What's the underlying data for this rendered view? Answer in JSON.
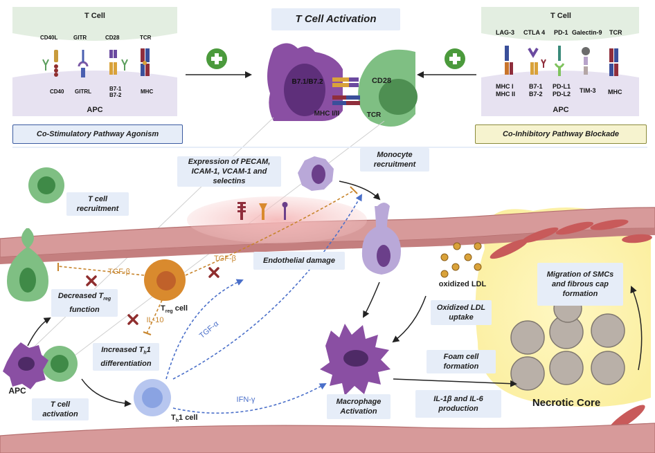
{
  "header": {
    "title": "T Cell Activation"
  },
  "left_panel": {
    "top_cell": "T Cell",
    "bottom_cell": "APC",
    "tcell_molecules": [
      "CD40L",
      "GITR",
      "CD28",
      "TCR"
    ],
    "apc_molecules": [
      "CD40",
      "GITRL",
      "B7-1\nB7-2",
      "MHC"
    ],
    "caption": "Co-Stimulatory Pathway Agonism"
  },
  "right_panel": {
    "top_cell": "T Cell",
    "bottom_cell": "APC",
    "tcell_molecules": [
      "LAG-3",
      "CTLA 4",
      "PD-1",
      "Galectin-9",
      "TCR"
    ],
    "apc_molecules": [
      "MHC I\nMHC II",
      "B7-1\nB7-2",
      "PD-L1\nPD-L2",
      "TIM-3",
      "MHC"
    ],
    "caption": "Co-Inhibitory Pathway Blockade"
  },
  "center_synapse": {
    "b7": "B7.1/B7.2",
    "cd28": "CD28",
    "mhc": "MHC I/II",
    "tcr": "TCR"
  },
  "labels": {
    "expression": "Expression of PECAM,\nICAM-1, VCAM-1 and\nselectins",
    "monocyte": "Monocyte\nrecruitment",
    "tcell_recruitment": "T cell\nrecruitment",
    "endothelial": "Endothelial damage",
    "tgf_beta_1": "TGF-β",
    "tgf_beta_2": "TGF-β",
    "il10": "IL-10",
    "treg_cell": "T",
    "treg_sub": "reg",
    "treg_suffix": " cell",
    "decreased_treg_1": "Decreased T",
    "decreased_treg_sub": "reg",
    "decreased_treg_2": "function",
    "increased_th_1": "Increased T",
    "increased_th_sub": "h",
    "increased_th_2": "1",
    "increased_th_3": "differentiation",
    "tgf_alpha": "TGF-α",
    "ifn_gamma": "IFN-γ",
    "th1_cell": "T",
    "th1_sub": "h",
    "th1_suffix": "1 cell",
    "apc": "APC",
    "tcell_activation": "T cell\nactivation",
    "macrophage": "Macrophage\nActivation",
    "oxidized_ldl": "oxidized LDL",
    "oxldl_uptake": "Oxidized LDL\nuptake",
    "foam_cell": "Foam cell\nformation",
    "il1": "IL-1β and IL-6\nproduction",
    "smc": "Migration of SMCs\nand fibrous cap\nformation",
    "necrotic": "Necrotic Core"
  },
  "colors": {
    "box": "#e6edf8",
    "green_cell": "#6fae73",
    "purple_cell": "#8a4fa3",
    "orange_cell": "#d98a2e",
    "blue_cell": "#9cb3e6",
    "endothelium": "#c98b8b",
    "tgf_orange": "#c7842b",
    "blue_dash": "#4a6fc9",
    "inhibit_red": "#8f2e2e",
    "plus_green": "#4b9a3c"
  },
  "icons": [
    "plus-icon",
    "inhibit-x-icon",
    "arrow-icon"
  ]
}
